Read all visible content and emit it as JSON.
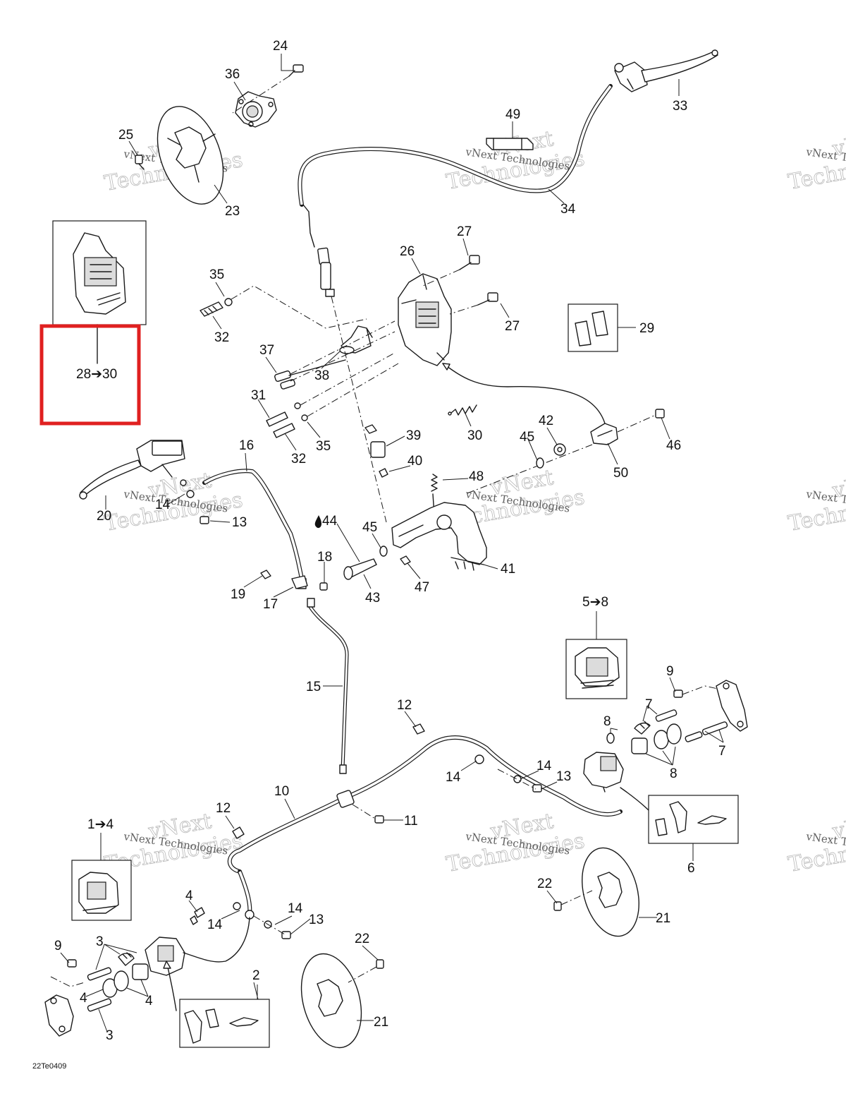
{
  "diagram": {
    "reference_code": "22Te0409",
    "watermark_line_1": "vNext",
    "watermark_line_2": "Technologies",
    "watermark_line_3": "vNext Technologies",
    "highlight_color": "#e02020",
    "callouts": {
      "c1_4": "1➔4",
      "c2": "2",
      "c3a": "3",
      "c3b": "3",
      "c4a": "4",
      "c4b": "4",
      "c4c": "4",
      "c5_8": "5➔8",
      "c6": "6",
      "c7a": "7",
      "c7b": "7",
      "c8a": "8",
      "c8b": "8",
      "c9a": "9",
      "c9b": "9",
      "c10": "10",
      "c11": "11",
      "c12a": "12",
      "c12b": "12",
      "c13a": "13",
      "c13b": "13",
      "c13c": "13",
      "c14a": "14",
      "c14b": "14",
      "c14c": "14",
      "c14d": "14",
      "c14e": "14",
      "c15": "15",
      "c16": "16",
      "c17": "17",
      "c18": "18",
      "c19": "19",
      "c20": "20",
      "c21a": "21",
      "c21b": "21",
      "c22a": "22",
      "c22b": "22",
      "c23": "23",
      "c24": "24",
      "c25": "25",
      "c26": "26",
      "c27a": "27",
      "c27b": "27",
      "c28_30": "28➔30",
      "c29": "29",
      "c30": "30",
      "c31": "31",
      "c32a": "32",
      "c32b": "32",
      "c33": "33",
      "c34": "34",
      "c35a": "35",
      "c35b": "35",
      "c36": "36",
      "c37": "37",
      "c38": "38",
      "c39": "39",
      "c40": "40",
      "c41": "41",
      "c42": "42",
      "c43": "43",
      "c44": "44",
      "c45a": "45",
      "c45b": "45",
      "c46": "46",
      "c47": "47",
      "c48": "48",
      "c49": "49",
      "c50": "50"
    }
  }
}
